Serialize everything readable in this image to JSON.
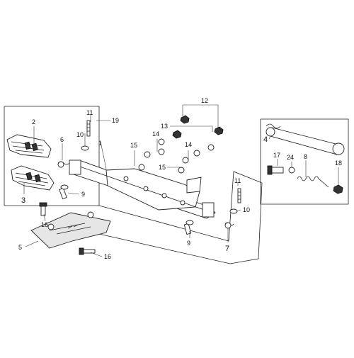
{
  "callouts": {
    "c1": "1",
    "c2": "2",
    "c3": "3",
    "c4": "4",
    "c5": "5",
    "c6": "6",
    "c7": "7",
    "c8": "8",
    "c9a": "9",
    "c9b": "9",
    "c10a": "10",
    "c10b": "10",
    "c11a": "11",
    "c11b": "11",
    "c12": "12",
    "c13": "13",
    "c14a": "14",
    "c14b": "14",
    "c15a": "15",
    "c15b": "15",
    "c16a": "16",
    "c16b": "16",
    "c17": "17",
    "c18": "18",
    "c19": "19",
    "c24": "24"
  }
}
